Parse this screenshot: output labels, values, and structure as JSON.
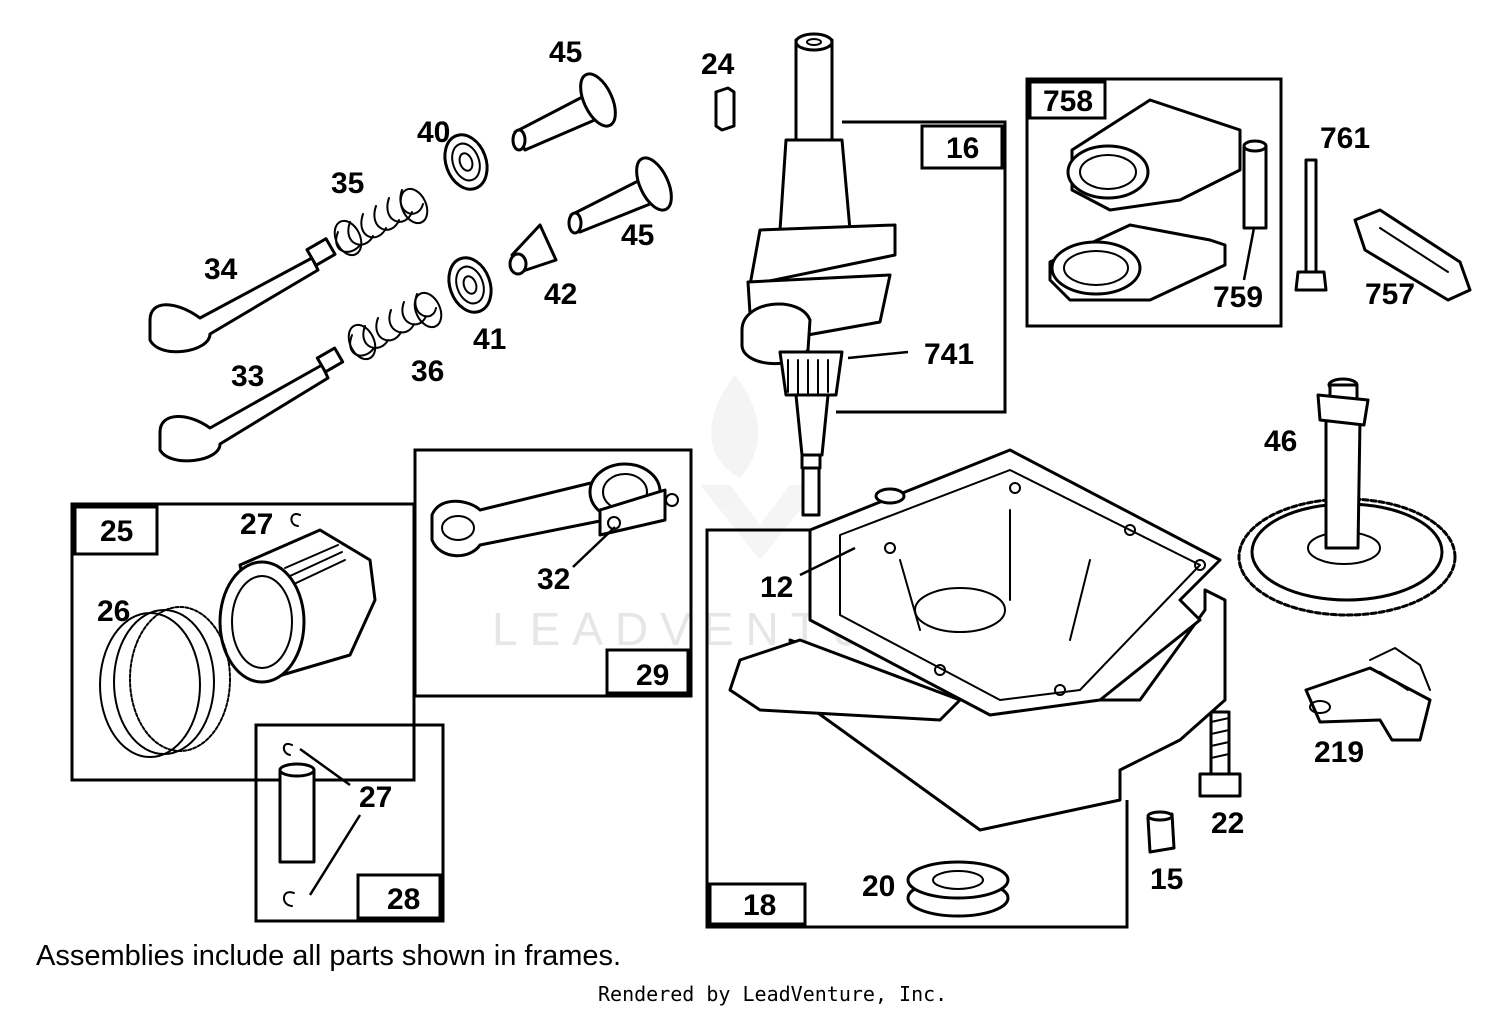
{
  "watermark": "LEADVENTURE",
  "caption": "Assemblies include all parts shown in frames.",
  "credit": "Rendered by LeadVenture, Inc.",
  "frames": {
    "f16": "16",
    "f758": "758",
    "f25": "25",
    "f29": "29",
    "f28": "28",
    "f18": "18"
  },
  "callouts": {
    "c45a": "45",
    "c24": "24",
    "c40": "40",
    "c35": "35",
    "c45b": "45",
    "c42": "42",
    "c34": "34",
    "c41": "41",
    "c33": "33",
    "c36": "36",
    "c741": "741",
    "c761": "761",
    "c759": "759",
    "c757": "757",
    "c46": "46",
    "c27a": "27",
    "c26": "26",
    "c32": "32",
    "c12": "12",
    "c27b": "27",
    "c219": "219",
    "c22": "22",
    "c20": "20",
    "c15": "15"
  }
}
